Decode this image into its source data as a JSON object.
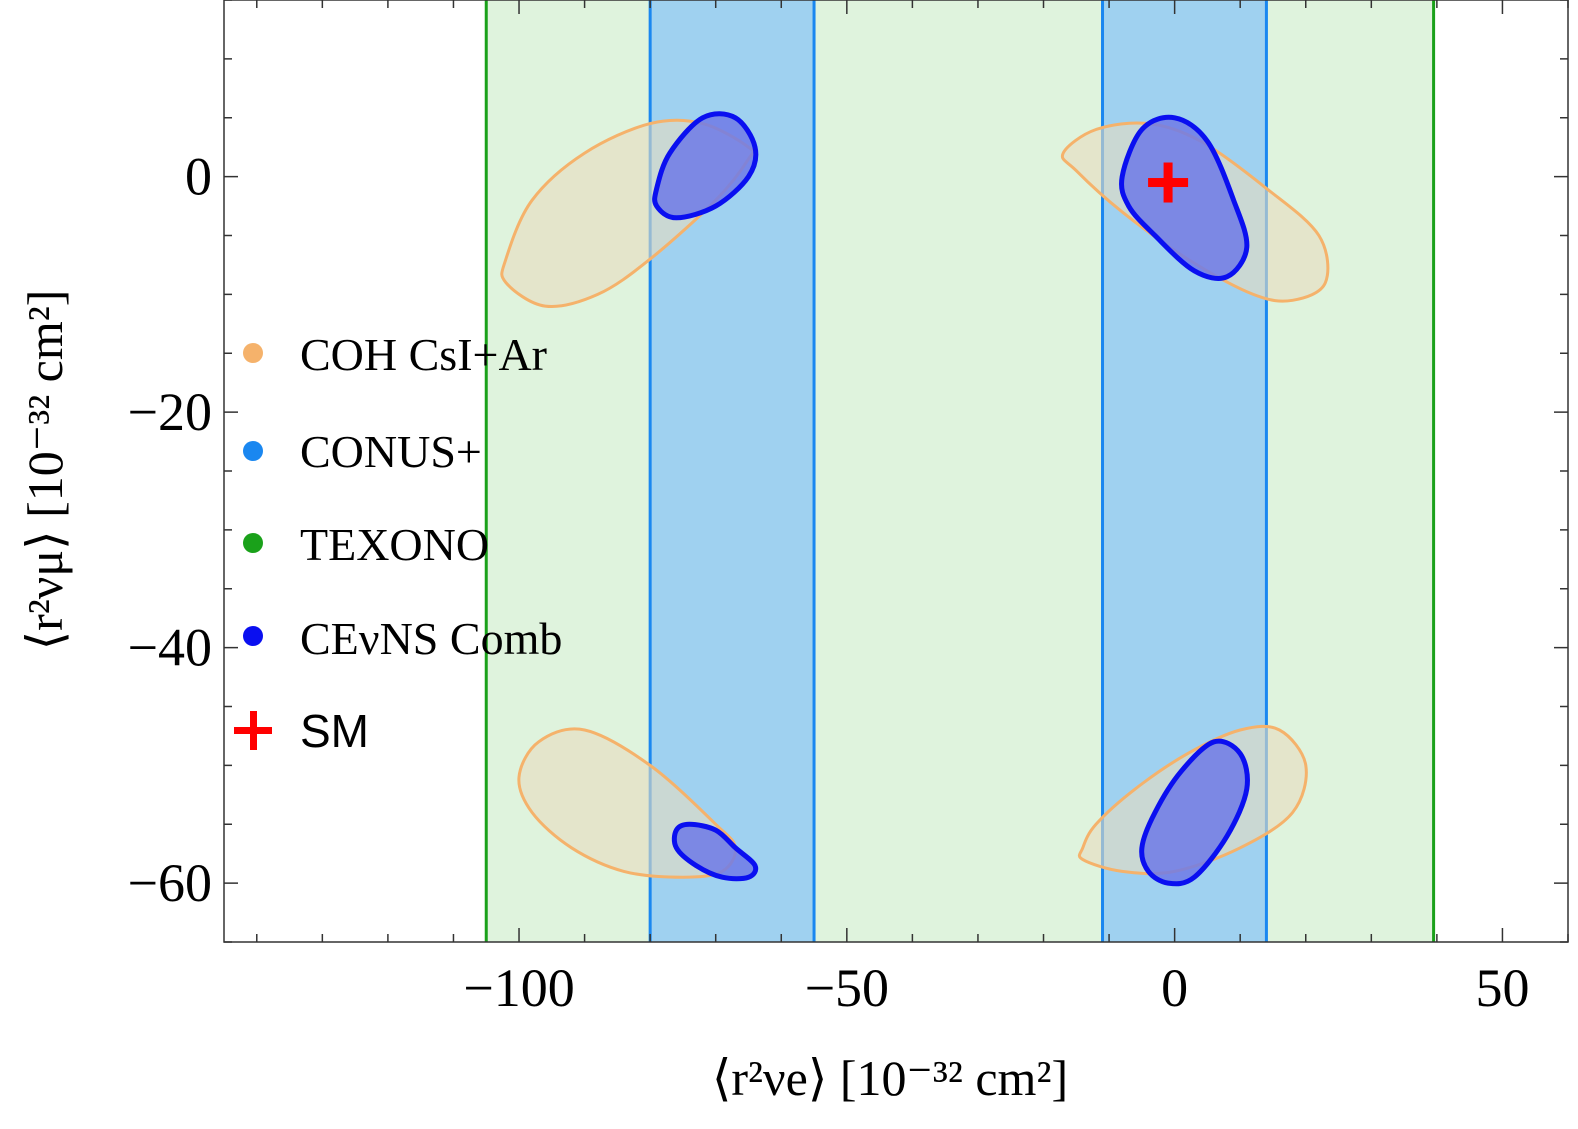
{
  "chart_data": {
    "type": "contour",
    "xlabel": "⟨r²νe⟩ [10⁻³² cm²]",
    "ylabel": "⟨r²νμ⟩ [10⁻³² cm²]",
    "xlim": [
      -145,
      60
    ],
    "ylim": [
      -65,
      15
    ],
    "x_ticks": [
      -100,
      -50,
      0,
      50
    ],
    "y_ticks": [
      0,
      -20,
      -40,
      -60
    ],
    "x_tick_labels": [
      "−100",
      "−50",
      "0",
      "50"
    ],
    "y_tick_labels": [
      "0",
      "−20",
      "−40",
      "−60"
    ],
    "grid": false,
    "legend_placement": "left",
    "series": [
      {
        "name": "COH CsI+Ar",
        "color": "#f5b26b",
        "fill": "#e8dcbf",
        "regions": [
          [
            [
              -102,
              -7
            ],
            [
              -98,
              -2
            ],
            [
              -90,
              2
            ],
            [
              -80,
              4.5
            ],
            [
              -72,
              4.5
            ],
            [
              -65,
              2.5
            ],
            [
              -65,
              1.5
            ],
            [
              -70,
              -2
            ],
            [
              -80,
              -7
            ],
            [
              -88,
              -10
            ],
            [
              -96,
              -11
            ],
            [
              -102,
              -9
            ]
          ],
          [
            [
              -17,
              2
            ],
            [
              -12,
              4
            ],
            [
              -4,
              4.5
            ],
            [
              4,
              3
            ],
            [
              14,
              -1
            ],
            [
              22,
              -5
            ],
            [
              23,
              -9
            ],
            [
              18,
              -10.5
            ],
            [
              12,
              -10
            ],
            [
              2,
              -7
            ],
            [
              -8,
              -3
            ],
            [
              -15,
              0.5
            ]
          ],
          [
            [
              -100,
              -51
            ],
            [
              -97,
              -48
            ],
            [
              -90,
              -47
            ],
            [
              -80,
              -50
            ],
            [
              -70,
              -55
            ],
            [
              -67,
              -57
            ],
            [
              -69,
              -59
            ],
            [
              -75,
              -59.5
            ],
            [
              -84,
              -59
            ],
            [
              -92,
              -57
            ],
            [
              -98,
              -54
            ]
          ],
          [
            [
              -14,
              -57
            ],
            [
              -12,
              -55
            ],
            [
              -6,
              -52
            ],
            [
              2,
              -49
            ],
            [
              10,
              -47
            ],
            [
              16,
              -47
            ],
            [
              20,
              -50
            ],
            [
              18,
              -54
            ],
            [
              10,
              -57
            ],
            [
              0,
              -59
            ],
            [
              -8,
              -59
            ],
            [
              -14,
              -58
            ]
          ]
        ]
      },
      {
        "name": "CONUS+",
        "color": "#1a87f0",
        "fill": "#9fd1f0",
        "bands": [
          [
            -80,
            -55
          ],
          [
            -11,
            14
          ]
        ]
      },
      {
        "name": "TEXONO",
        "color": "#1aa11a",
        "fill": "#dff3dd",
        "bands": [
          [
            -105,
            39.5
          ]
        ]
      },
      {
        "name": "CEνNS Comb",
        "color": "#0a0ff0",
        "fill": "#6f7ae6",
        "regions": [
          [
            [
              -79,
              -1
            ],
            [
              -77,
              2
            ],
            [
              -72,
              5
            ],
            [
              -67,
              5
            ],
            [
              -64,
              2.5
            ],
            [
              -65,
              0
            ],
            [
              -70,
              -2.5
            ],
            [
              -76,
              -3.5
            ],
            [
              -79,
              -2.5
            ]
          ],
          [
            [
              -8,
              0
            ],
            [
              -5,
              4
            ],
            [
              0,
              5
            ],
            [
              5,
              3
            ],
            [
              9,
              -2
            ],
            [
              11,
              -6
            ],
            [
              8,
              -8.5
            ],
            [
              3,
              -8
            ],
            [
              -3,
              -5
            ],
            [
              -7,
              -2.5
            ]
          ],
          [
            [
              -76,
              -55.5
            ],
            [
              -74,
              -55
            ],
            [
              -70,
              -55.5
            ],
            [
              -67,
              -57
            ],
            [
              -64,
              -58.5
            ],
            [
              -65,
              -59.5
            ],
            [
              -69,
              -59.5
            ],
            [
              -73,
              -58.5
            ],
            [
              -76,
              -57
            ]
          ],
          [
            [
              -5,
              -57
            ],
            [
              -3,
              -54
            ],
            [
              1,
              -50.5
            ],
            [
              6,
              -48
            ],
            [
              10,
              -49
            ],
            [
              11,
              -52
            ],
            [
              8,
              -56
            ],
            [
              3,
              -59.5
            ],
            [
              -1,
              -60
            ],
            [
              -4,
              -59
            ]
          ]
        ]
      }
    ],
    "points": [
      {
        "name": "SM",
        "x": -1,
        "y": -0.5,
        "color": "#ff0000",
        "marker": "plus"
      }
    ],
    "legend": [
      {
        "label": "COH CsI+Ar",
        "color": "#f5b26b",
        "marker": "dot"
      },
      {
        "label": "CONUS+",
        "color": "#1a87f0",
        "marker": "dot"
      },
      {
        "label": "TEXONO",
        "color": "#1aa11a",
        "marker": "dot"
      },
      {
        "label": "CEνNS Comb",
        "color": "#0a0ff0",
        "marker": "dot"
      },
      {
        "label": "SM",
        "color": "#ff0000",
        "marker": "plus"
      }
    ]
  }
}
